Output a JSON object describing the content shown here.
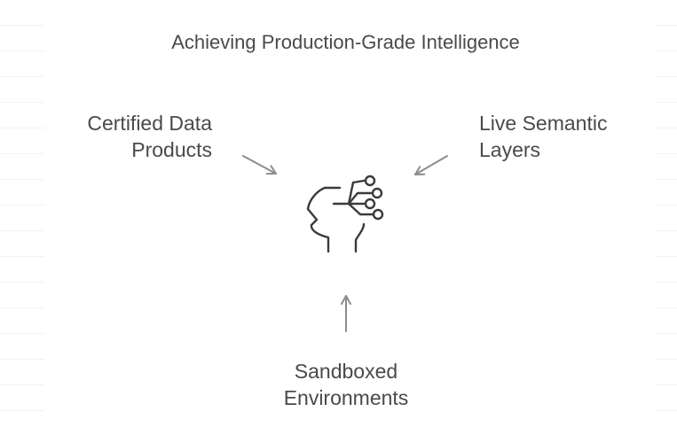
{
  "title": "Achieving Production-Grade Intelligence",
  "nodes": {
    "left": {
      "line1": "Certified Data",
      "line2": "Products"
    },
    "right": {
      "line1": "Live Semantic",
      "line2": "Layers"
    },
    "bottom": {
      "line1": "Sandboxed",
      "line2": "Environments"
    }
  },
  "center_icon": "ai-head-circuit-icon",
  "colors": {
    "text": "#4a4a4a",
    "arrow": "#8c8c8c",
    "icon": "#3a3a3a",
    "ruled_lines": "#f1f1f1"
  }
}
